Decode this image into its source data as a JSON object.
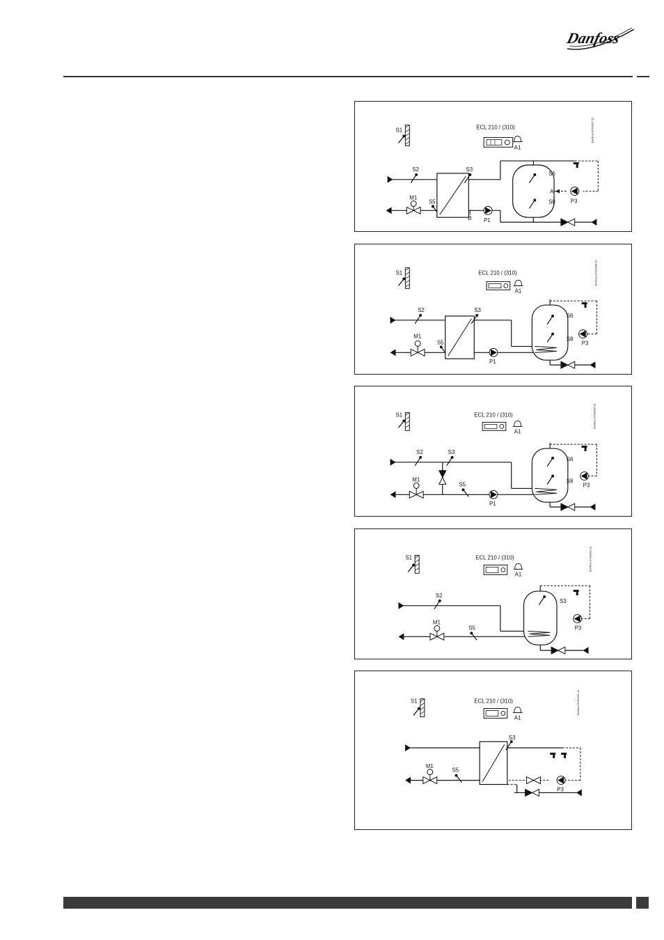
{
  "brand": {
    "logo_text": "Danfoss"
  },
  "diagrams": [
    {
      "controller": "ECL 210 / (310)",
      "alarm": "A1",
      "drawing_no": "Danfoss 87H3007.11",
      "labels": {
        "s1": "S1",
        "s2": "S2",
        "s3": "S3",
        "s5": "S5",
        "s6": "S6",
        "s8": "S8",
        "m1": "M1",
        "p1": "P1",
        "p3": "P3",
        "a": "A",
        "b": "B"
      }
    },
    {
      "controller": "ECL 210 / (310)",
      "alarm": "A1",
      "drawing_no": "Danfoss 87H3008.11",
      "labels": {
        "s1": "S1",
        "s2": "S2",
        "s3": "S3",
        "s5": "S5",
        "s6": "S6",
        "s8": "S8",
        "m1": "M1",
        "p1": "P1",
        "p3": "P3"
      }
    },
    {
      "controller": "ECL 210 / (310)",
      "alarm": "A1",
      "drawing_no": "Danfoss 87H3009.11",
      "labels": {
        "s1": "S1",
        "s2": "S2",
        "s3": "S3",
        "s5": "S5",
        "s6": "S6",
        "s8": "S8",
        "m1": "M1",
        "p1": "P1",
        "p3": "P3"
      }
    },
    {
      "controller": "ECL 210 / (310)",
      "alarm": "A1",
      "drawing_no": "Danfoss 87H3010.11",
      "labels": {
        "s1": "S1",
        "s2": "S2",
        "s3": "S3",
        "s5": "S5",
        "m1": "M1",
        "p3": "P3"
      }
    },
    {
      "controller": "ECL 210 / (310)",
      "alarm": "A1",
      "drawing_no": "Danfoss 87H3011.11",
      "labels": {
        "s1": "S1",
        "s3": "S3",
        "s5": "S5",
        "m1": "M1",
        "p3": "P3"
      }
    }
  ],
  "colors": {
    "ink": "#111111",
    "rule": "#333333",
    "footer_bar": "#3a3a3a"
  }
}
